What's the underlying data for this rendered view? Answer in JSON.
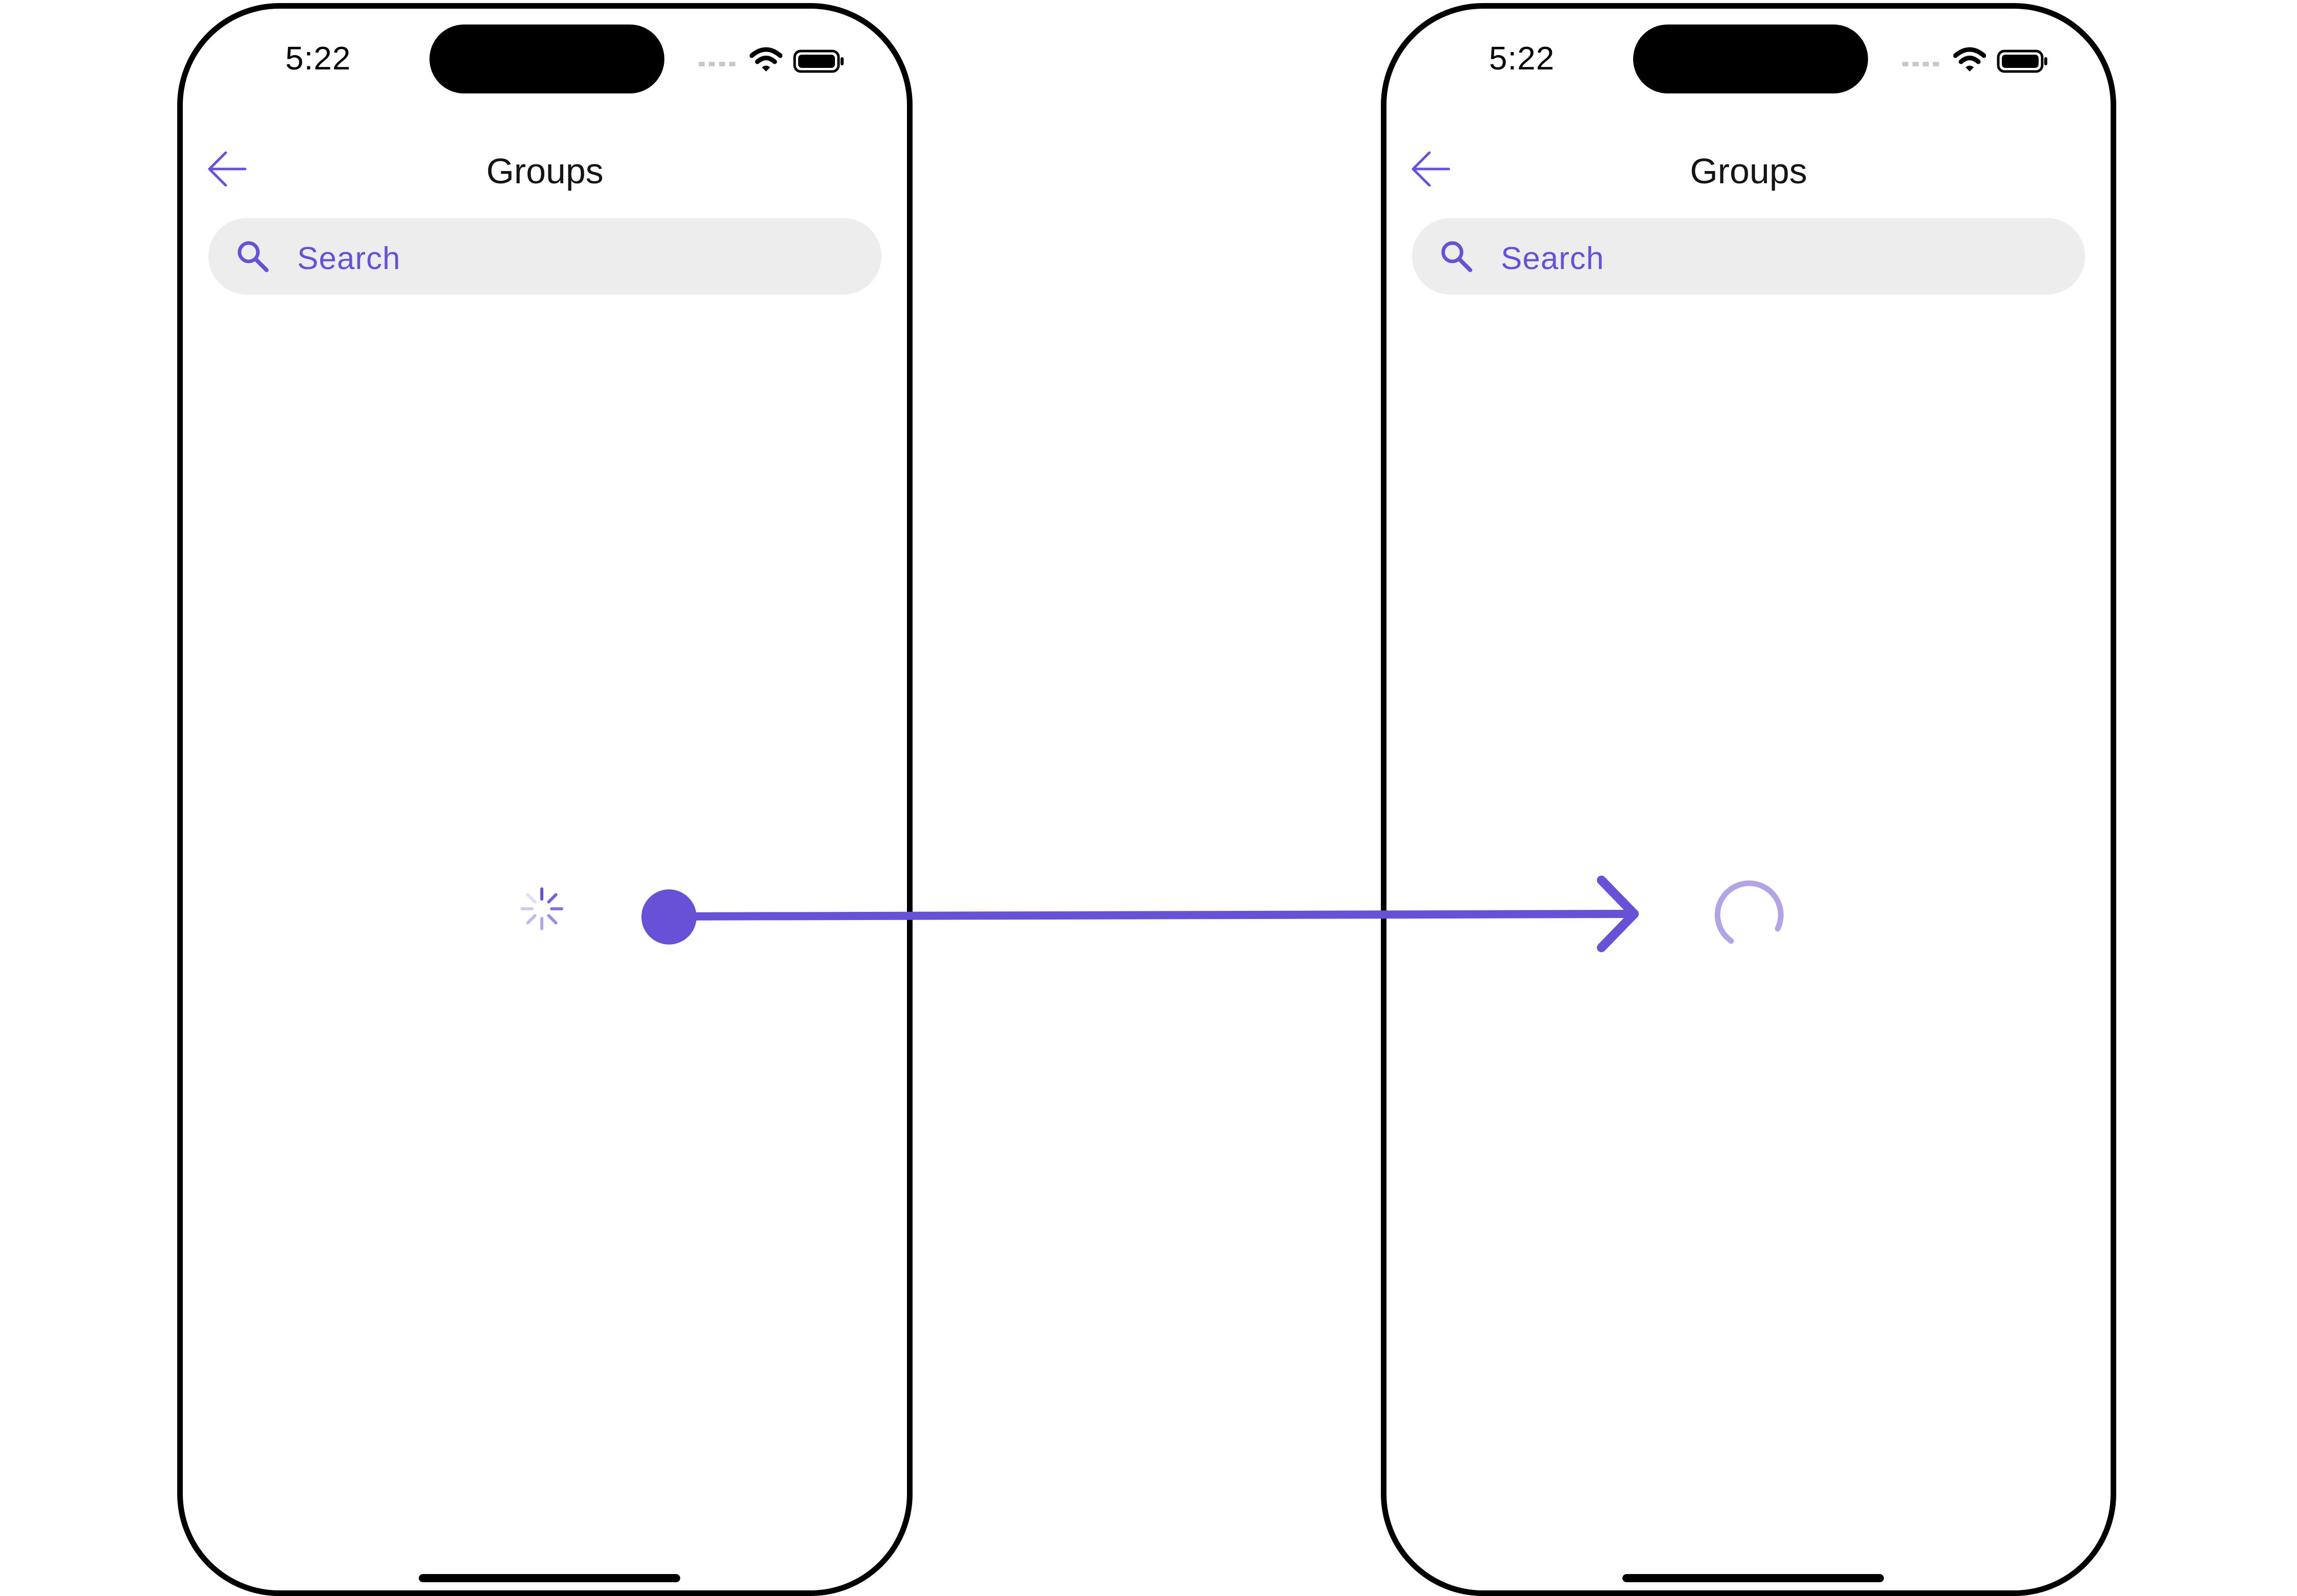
{
  "screens": [
    {
      "status_bar": {
        "time": "5:22"
      },
      "nav": {
        "title": "Groups"
      },
      "search": {
        "placeholder": "Search"
      },
      "loader_style": "activity-indicator"
    },
    {
      "status_bar": {
        "time": "5:22"
      },
      "nav": {
        "title": "Groups"
      },
      "search": {
        "placeholder": "Search"
      },
      "loader_style": "circular-ring"
    }
  ],
  "colors": {
    "accent": "#6851d6",
    "accent_light": "#b3a4e6",
    "search_bg": "#ededed",
    "text": "#141414"
  },
  "icons": {
    "back": "arrow-left-icon",
    "search": "search-icon",
    "signal": "signal-dots-icon",
    "wifi": "wifi-icon",
    "battery": "battery-icon"
  }
}
